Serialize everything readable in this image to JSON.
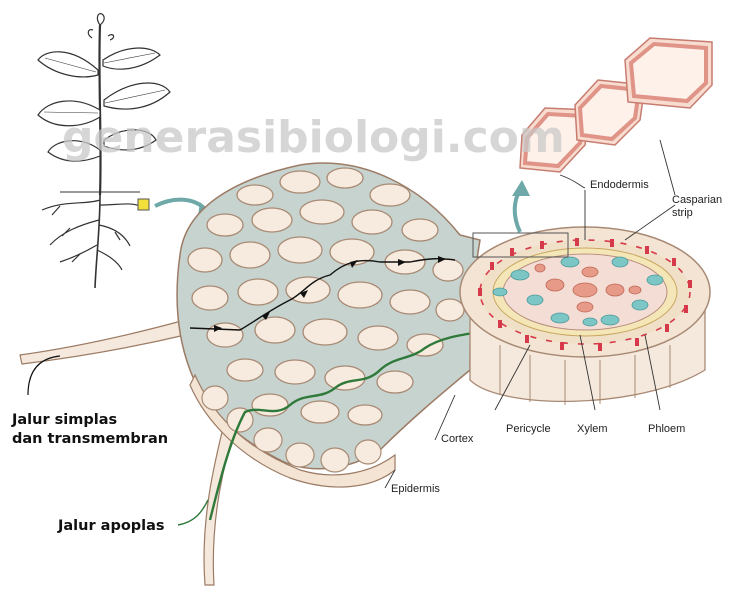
{
  "watermark": "generasibiologi.com",
  "labels": {
    "symplast_line1": "Jalur simplas",
    "symplast_line2": "dan transmembran",
    "apoplast": "Jalur apoplas",
    "cortex": "Cortex",
    "epidermis": "Epidermis",
    "endodermis": "Endodermis",
    "casparian_line1": "Casparian",
    "casparian_line2": "strip",
    "pericycle": "Pericycle",
    "xylem": "Xylem",
    "phloem": "Phloem"
  },
  "colors": {
    "cell_fill": "#f5e8dc",
    "cell_wall": "#b09078",
    "apoplast_path": "#2f7a3a",
    "casparian": "#d63a4a",
    "xylem": "#e89a88",
    "phloem": "#7cc6c6",
    "pericycle": "#f0d888",
    "arrow": "#6fa8a8"
  }
}
